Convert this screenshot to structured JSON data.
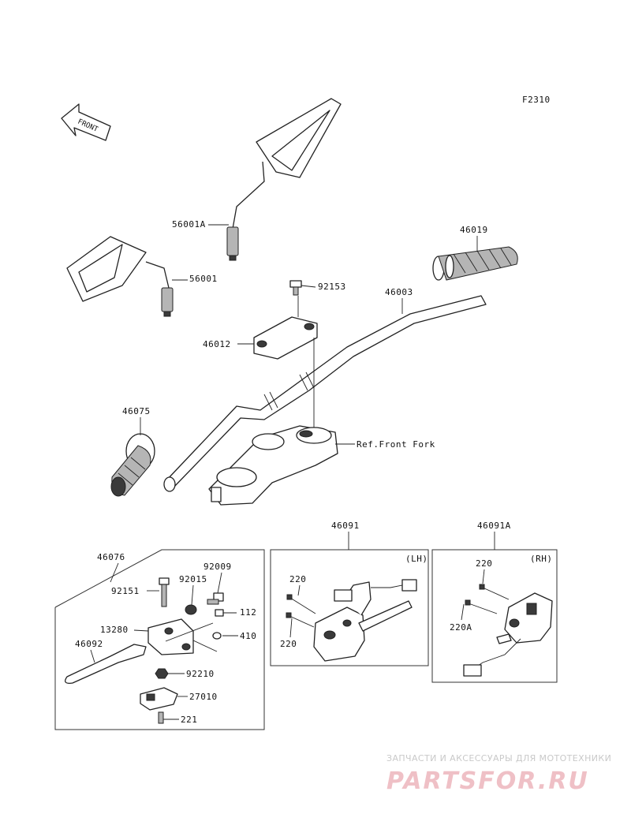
{
  "figure_code": "F2310",
  "front_arrow_text": "FRONT",
  "labels": {
    "p56001A": "56001A",
    "p56001": "56001",
    "p46019": "46019",
    "p92153": "92153",
    "p46003": "46003",
    "p46012": "46012",
    "p46075": "46075",
    "ref_front_fork": "Ref.Front Fork",
    "p46091": "46091",
    "p46091A": "46091A",
    "p46076": "46076",
    "p92009": "92009",
    "p92015": "92015",
    "p92151": "92151",
    "p112": "112",
    "p13280": "13280",
    "p410": "410",
    "p46092": "46092",
    "p92210": "92210",
    "p27010": "27010",
    "p221": "221",
    "lh_220_top": "220",
    "lh_220_bottom": "220",
    "rh_220": "220",
    "rh_220A": "220A",
    "lh_tag": "(LH)",
    "rh_tag": "(RH)"
  },
  "watermark": {
    "line1": "ЗАПЧАСТИ И АКСЕССУАРЫ ДЛЯ МОТОТЕХНИКИ",
    "line2": "PARTSFOR.RU"
  },
  "colors": {
    "line": "#222222",
    "watermark_red": "#efc0c6",
    "watermark_grey": "#c9c9c9"
  }
}
